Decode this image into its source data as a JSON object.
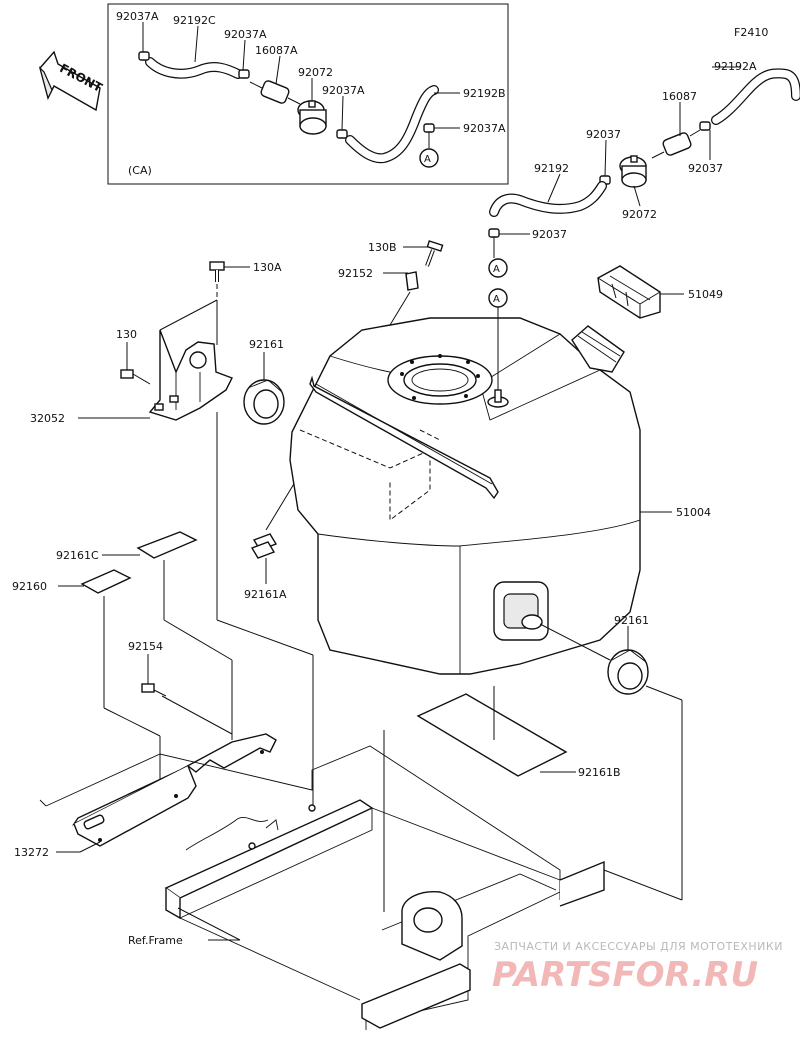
{
  "figure_code": "F2410",
  "front_arrow": {
    "label": "FRONT",
    "icon": "front-arrow-icon"
  },
  "inset": {
    "variant_label": "(CA)"
  },
  "callouts": {
    "a_inset": "A",
    "a_upper": "A",
    "a_tank": "A"
  },
  "labels": {
    "p92037A_1": "92037A",
    "p92192C": "92192C",
    "p92037A_2": "92037A",
    "p16087A": "16087A",
    "p92072_inset": "92072",
    "p92037A_3": "92037A",
    "p92192B": "92192B",
    "p92037A_4": "92037A",
    "p92192A": "92192A",
    "p16087": "16087",
    "p92037_1": "92037",
    "p92037_2": "92037",
    "p92192": "92192",
    "p92072": "92072",
    "p92037_3": "92037",
    "p130B": "130B",
    "p92152": "92152",
    "p130A": "130A",
    "p51049": "51049",
    "p130": "130",
    "p92161_1": "92161",
    "p32052": "32052",
    "p51004": "51004",
    "p92161C": "92161C",
    "p92160": "92160",
    "p92161A": "92161A",
    "p92161_2": "92161",
    "p92154": "92154",
    "p92161B": "92161B",
    "p13272": "13272",
    "ref_frame": "Ref.Frame"
  },
  "watermark": {
    "tagline": "ЗАПЧАСТИ И АКСЕССУАРЫ ДЛЯ МОТОТЕХНИКИ",
    "brand": "PARTSFOR.RU"
  }
}
